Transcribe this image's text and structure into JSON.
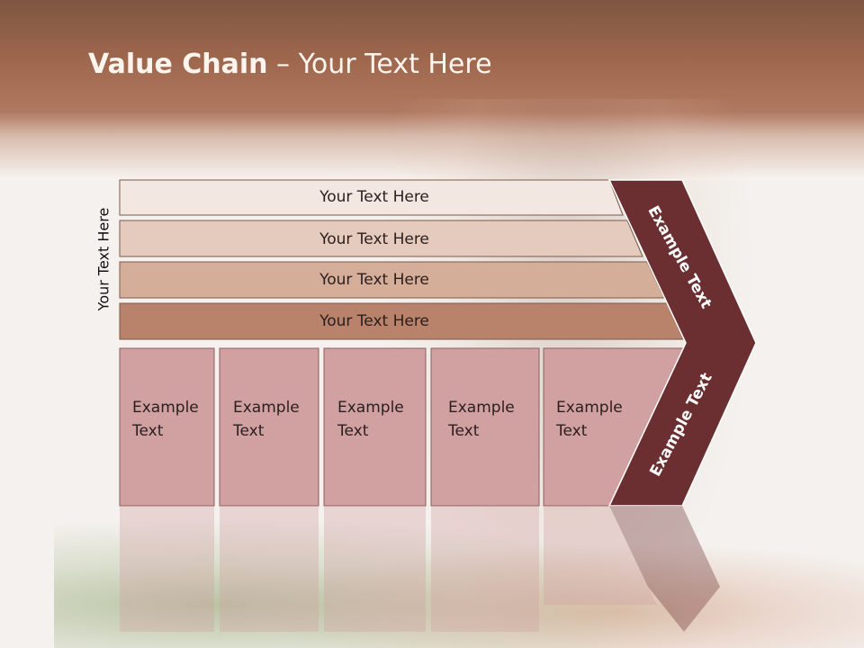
{
  "title": {
    "bold": "Value Chain",
    "rest": " – Your Text Here"
  },
  "side_label": "Your Text Here",
  "rows": [
    {
      "label": "Your Text Here",
      "color": "#f3e7e2"
    },
    {
      "label": "Your Text Here",
      "color": "#e5cbbe"
    },
    {
      "label": "Your Text Here",
      "color": "#d5ae99"
    },
    {
      "label": "Your Text Here",
      "color": "#b9826a"
    }
  ],
  "boxes": [
    {
      "line1": "Example",
      "line2": "Text"
    },
    {
      "line1": "Example",
      "line2": "Text"
    },
    {
      "line1": "Example",
      "line2": "Text"
    },
    {
      "line1": "Example",
      "line2": "Text"
    },
    {
      "line1": "Example",
      "line2": "Text"
    }
  ],
  "chevron": {
    "upper": "Example Text",
    "lower": "Example Text",
    "color": "#6b2f31"
  },
  "colors": {
    "box_fill": "#d1a1a2",
    "box_stroke": "#8c6060",
    "row_stroke": "#7b5a4a"
  }
}
